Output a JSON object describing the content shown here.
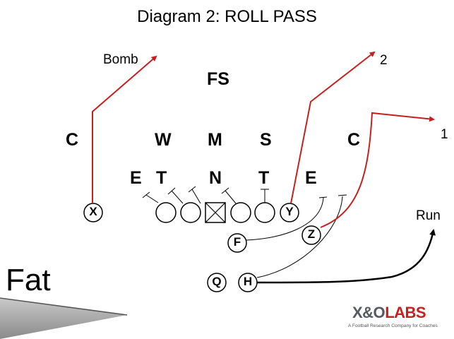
{
  "title": "Diagram 2: ROLL PASS",
  "defense": {
    "fs": "FS",
    "c_left": "C",
    "w": "W",
    "m": "M",
    "s": "S",
    "c_right": "C",
    "e_left": "E",
    "t_left": "T",
    "n": "N",
    "t_right": "T",
    "e_right": "E"
  },
  "offense": {
    "x": "X",
    "y": "Y",
    "f": "F",
    "z": "Z",
    "q": "Q",
    "h": "H"
  },
  "routes": {
    "bomb": "Bomb",
    "route2": "2",
    "route1": "1",
    "run": "Run"
  },
  "formation_name": "Fat",
  "colors": {
    "route_red": "#c62020",
    "line_black": "#000000"
  },
  "logo": {
    "xo": "X&O",
    "labs": "LABS",
    "tagline": "A Football Research Company for Coaches"
  }
}
